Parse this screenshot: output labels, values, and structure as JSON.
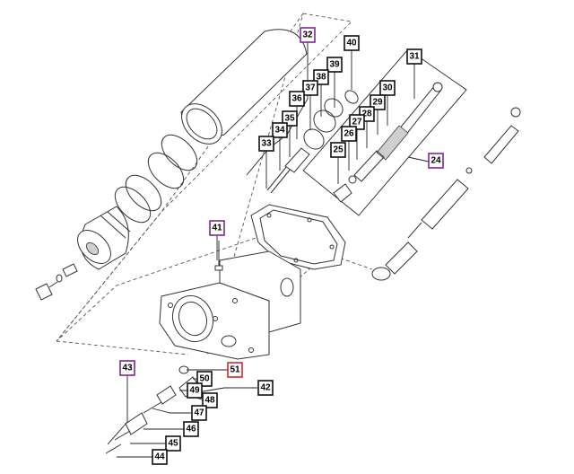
{
  "colors": {
    "callout_default": "#111111",
    "callout_assembly": "#7b2a8a",
    "callout_highlight": "#d9232d",
    "line": "#333333"
  },
  "callouts": [
    {
      "label": "32",
      "variant": "assembly"
    },
    {
      "label": "40",
      "variant": "default"
    },
    {
      "label": "39",
      "variant": "default"
    },
    {
      "label": "38",
      "variant": "default"
    },
    {
      "label": "37",
      "variant": "default"
    },
    {
      "label": "36",
      "variant": "default"
    },
    {
      "label": "35",
      "variant": "default"
    },
    {
      "label": "34",
      "variant": "default"
    },
    {
      "label": "33",
      "variant": "default"
    },
    {
      "label": "31",
      "variant": "default"
    },
    {
      "label": "30",
      "variant": "default"
    },
    {
      "label": "29",
      "variant": "default"
    },
    {
      "label": "28",
      "variant": "default"
    },
    {
      "label": "27",
      "variant": "default"
    },
    {
      "label": "26",
      "variant": "default"
    },
    {
      "label": "25",
      "variant": "default"
    },
    {
      "label": "24",
      "variant": "assembly"
    },
    {
      "label": "41",
      "variant": "assembly"
    },
    {
      "label": "43",
      "variant": "assembly"
    },
    {
      "label": "51",
      "variant": "highlight"
    },
    {
      "label": "50",
      "variant": "default"
    },
    {
      "label": "49",
      "variant": "default"
    },
    {
      "label": "48",
      "variant": "default"
    },
    {
      "label": "42",
      "variant": "default"
    },
    {
      "label": "47",
      "variant": "default"
    },
    {
      "label": "46",
      "variant": "default"
    },
    {
      "label": "45",
      "variant": "default"
    },
    {
      "label": "44",
      "variant": "default"
    }
  ]
}
